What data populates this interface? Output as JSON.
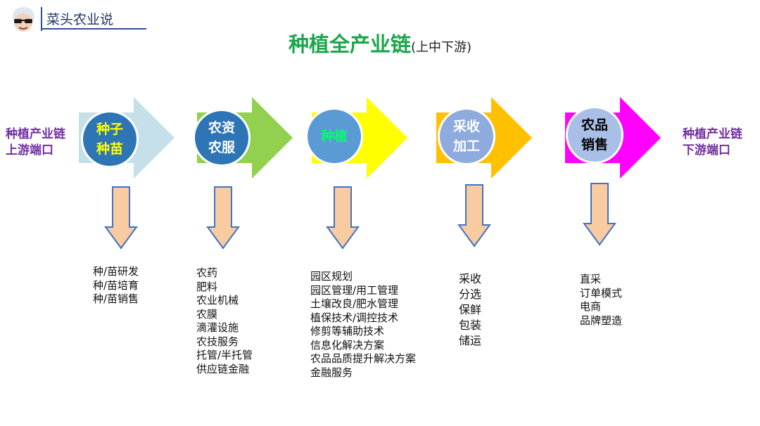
{
  "brand": {
    "name": "菜头农业说",
    "avatar_icon": "person-face-icon"
  },
  "title": {
    "main": "种植全产业链",
    "sub": "(上中下游)"
  },
  "upstream_label": {
    "line1": "种植产业链",
    "line2": "上游端口"
  },
  "downstream_label": {
    "line1": "种植产业链",
    "line2": "下游端口"
  },
  "stages": [
    {
      "line1": "种子",
      "line2": "种苗",
      "arrow_color": "#c5e0e8",
      "circle_color": "#2e75b6",
      "text_color": "#ffff00",
      "items": [
        "种/苗研发",
        "种/苗培育",
        "种/苗销售"
      ]
    },
    {
      "line1": "农资",
      "line2": "农服",
      "arrow_color": "#92d050",
      "circle_color": "#2e75b6",
      "text_color": "#ffffff",
      "items": [
        "农药",
        "肥料",
        "农业机械",
        "农膜",
        "滴灌设施",
        "农技服务",
        "托管/半托管",
        "供应链金融"
      ]
    },
    {
      "line1": "种植",
      "line2": "",
      "arrow_color": "#ffff00",
      "circle_color": "#5b9bd5",
      "text_color": "#00ff66",
      "items": [
        "园区规划",
        "园区管理/用工管理",
        "土壤改良/肥水管理",
        "植保技术/调控技术",
        "修剪等辅助技术",
        "信息化解决方案",
        "农品品质提升解决方案",
        "金融服务"
      ]
    },
    {
      "line1": "采收",
      "line2": "加工",
      "arrow_color": "#ffc000",
      "circle_color": "#8faadc",
      "text_color": "#ffffff",
      "items": [
        "采收",
        "分选",
        "保鲜",
        "包装",
        "储运"
      ]
    },
    {
      "line1": "农品",
      "line2": "销售",
      "arrow_color": "#ff00ff",
      "circle_color": "#a9bfe8",
      "text_color": "#000000",
      "items": [
        "直采",
        "订单模式",
        "电商",
        "品牌塑造"
      ]
    }
  ]
}
